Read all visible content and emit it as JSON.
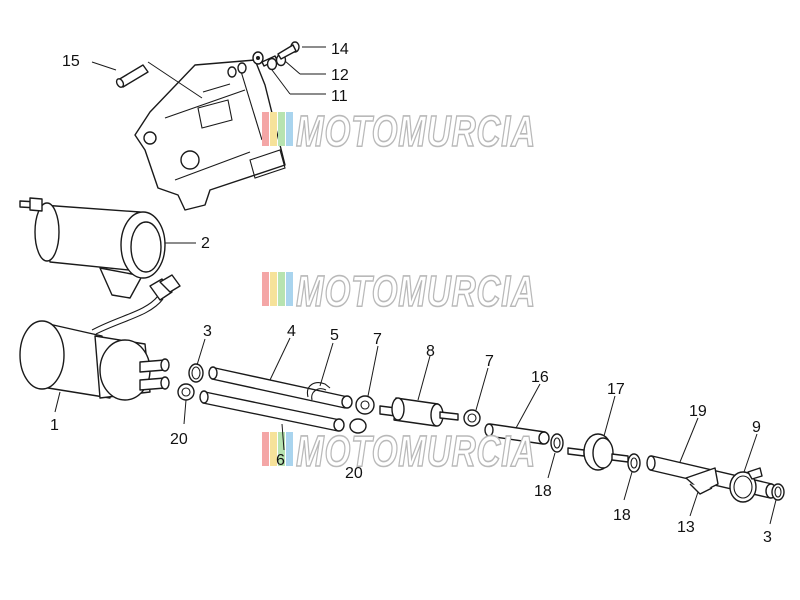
{
  "callouts": {
    "c1": "1",
    "c2": "2",
    "c3a": "3",
    "c3b": "3",
    "c4": "4",
    "c5": "5",
    "c6": "6",
    "c7a": "7",
    "c7b": "7",
    "c8": "8",
    "c9": "9",
    "c11": "11",
    "c12": "12",
    "c13": "13",
    "c14": "14",
    "c15": "15",
    "c16": "16",
    "c17": "17",
    "c18a": "18",
    "c18b": "18",
    "c19": "19",
    "c20a": "20",
    "c20b": "20"
  },
  "watermark": {
    "text": "MOTOMURCIA",
    "colors": [
      "#f4a6a6",
      "#f6e29a",
      "#b7e3b0",
      "#a9d4ee"
    ]
  }
}
